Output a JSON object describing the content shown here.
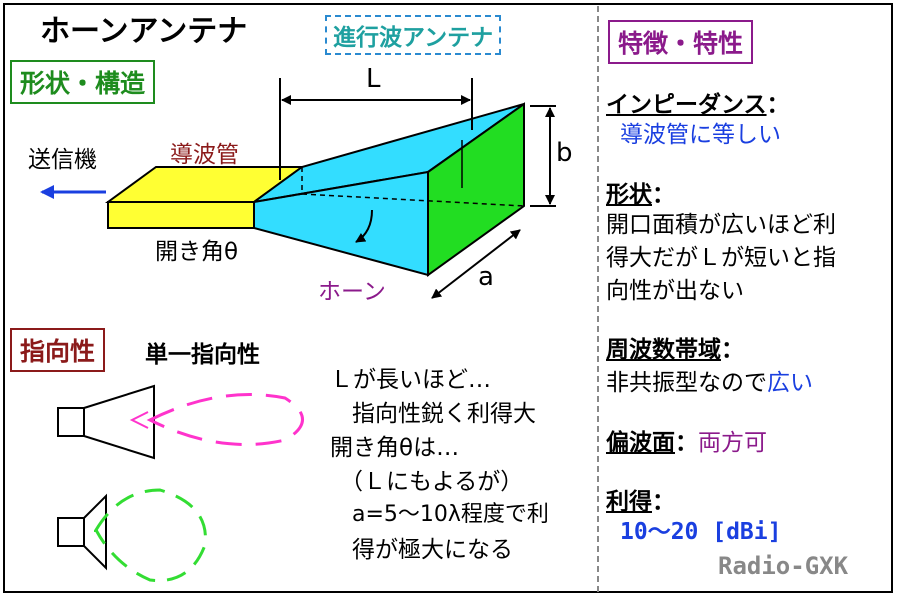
{
  "title": "ホーンアンテナ",
  "subtitle": "進行波アンテナ",
  "sections": {
    "shape": "形状・構造",
    "directivity": "指向性",
    "features": "特徴・特性"
  },
  "diagram": {
    "transmitter": "送信機",
    "waveguide": "導波管",
    "horn": "ホーン",
    "angle": "開き角θ",
    "length": "L",
    "width": "a",
    "height": "b"
  },
  "directivity": {
    "type": "単一指向性",
    "notes": [
      "Ｌが長いほど…",
      "指向性鋭く利得大",
      "開き角θは…",
      "（Ｌにもよるが）",
      "a=5〜10λ程度で利",
      "得が極大になる"
    ]
  },
  "features": {
    "impedance_label": "インピーダンス",
    "impedance_value": "導波管に等しい",
    "shape_label": "形状",
    "shape_lines": [
      "開口面積が広いほど利",
      "得大だがＬが短いと指",
      "向性が出ない"
    ],
    "band_label": "周波数帯域",
    "band_text": "非共振型なので",
    "band_value": "広い",
    "polar_label": "偏波面",
    "polar_value": "両方可",
    "gain_label": "利得",
    "gain_value": "10〜20 [dBi]",
    "colon": "："
  },
  "logo": "Radio-GXK",
  "colors": {
    "waveguide": "#ffff33",
    "horn_cyan": "#33ddff",
    "horn_green": "#22dd22",
    "pattern_long": "#ff33cc",
    "pattern_short": "#33dd33",
    "arrow_blue": "#1a3fe0"
  }
}
